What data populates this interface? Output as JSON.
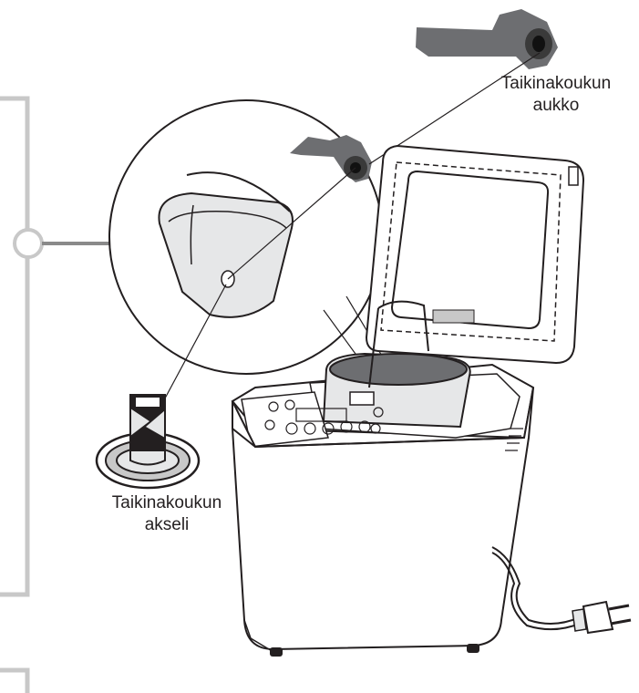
{
  "diagram": {
    "labels": {
      "kneader_opening_line1": "Taikinakoukun",
      "kneader_opening_line2": "aukko",
      "kneader_shaft_line1": "Taikinakoukun",
      "kneader_shaft_line2": "akseli"
    },
    "colors": {
      "frame": "#c8c8c8",
      "connector": "#8a8a8a",
      "outline": "#231f20",
      "blade": "#6d6e71",
      "pan_fill": "#e6e7e8"
    }
  }
}
